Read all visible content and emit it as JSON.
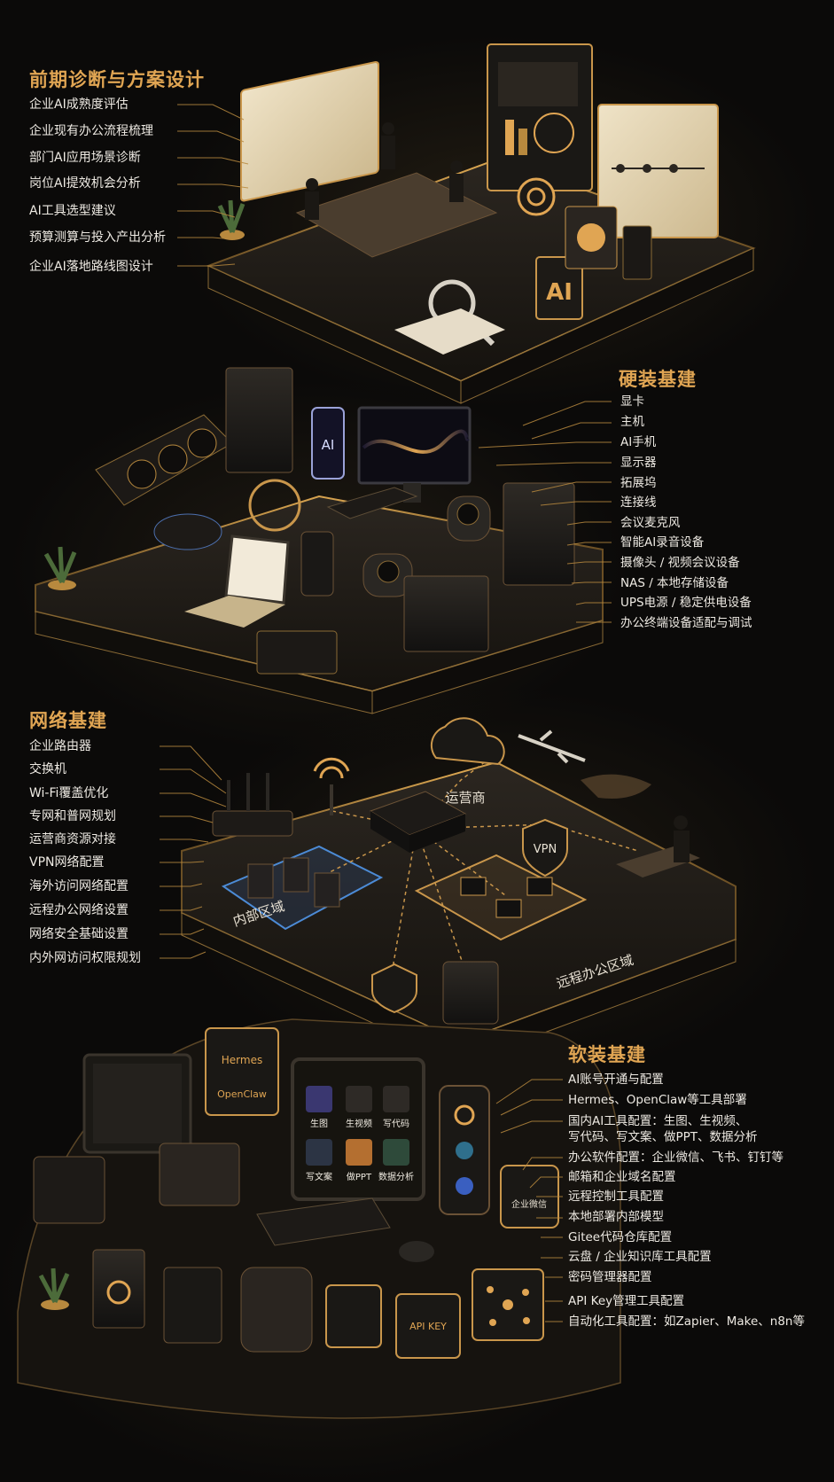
{
  "sections": {
    "diagnosis": {
      "title": "前期诊断与方案设计",
      "items": [
        "企业AI成熟度评估",
        "企业现有办公流程梳理",
        "部门AI应用场景诊断",
        "岗位AI提效机会分析",
        "AI工具选型建议",
        "预算测算与投入产出分析",
        "企业AI落地路线图设计"
      ],
      "scene": {
        "ai_block": "AI"
      }
    },
    "hardware": {
      "title": "硬装基建",
      "items": [
        "显卡",
        "主机",
        "AI手机",
        "显示器",
        "拓展坞",
        "连接线",
        "会议麦克风",
        "智能AI录音设备",
        "摄像头 / 视频会议设备",
        "NAS / 本地存储设备",
        "UPS电源 / 稳定供电设备",
        "办公终端设备适配与调试"
      ],
      "scene": {
        "phone_label": "AI"
      }
    },
    "network": {
      "title": "网络基建",
      "items": [
        "企业路由器",
        "交换机",
        "Wi-Fi覆盖优化",
        "专网和普网规划",
        "运营商资源对接",
        "VPN网络配置",
        "海外访问网络配置",
        "远程办公网络设置",
        "网络安全基础设置",
        "内外网访问权限规划"
      ],
      "scene": {
        "cloud": "运营商",
        "vpn": "VPN",
        "remote_zone": "远程办公区域"
      }
    },
    "software": {
      "title": "软装基建",
      "items": [
        "AI账号开通与配置",
        "Hermes、OpenClaw等工具部署",
        "国内AI工具配置：生图、生视频、",
        "写代码、写文案、做PPT、数据分析",
        "办公软件配置：企业微信、飞书、钉钉等",
        "邮箱和企业域名配置",
        "远程控制工具配置",
        "本地部署内部模型",
        "Gitee代码仓库配置",
        "云盘 / 企业知识库工具配置",
        "密码管理器配置",
        "API Key管理工具配置",
        "自动化工具配置：如Zapier、Make、n8n等"
      ],
      "scene": {
        "brand_a": "Hermes",
        "brand_b": "OpenClaw",
        "tiles": [
          "生图",
          "生视频",
          "写代码",
          "写文案",
          "做PPT",
          "数据分析"
        ],
        "wecom": "企业微信",
        "apikey": "API KEY"
      }
    }
  },
  "colors": {
    "accent": "#e0a553",
    "text": "#eeeae3",
    "background": "#0b0a09",
    "gold_line": "#b8893e"
  }
}
